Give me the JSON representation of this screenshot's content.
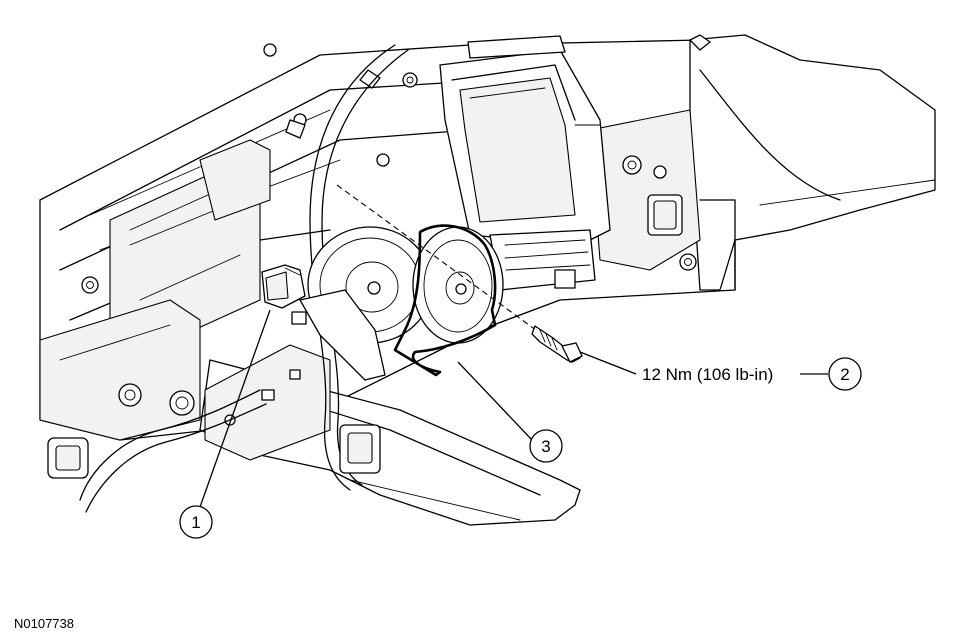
{
  "callouts": [
    {
      "number": "1"
    },
    {
      "number": "2",
      "spec": "12 Nm (106 lb-in)"
    },
    {
      "number": "3"
    }
  ],
  "figure_id": "N0107738"
}
